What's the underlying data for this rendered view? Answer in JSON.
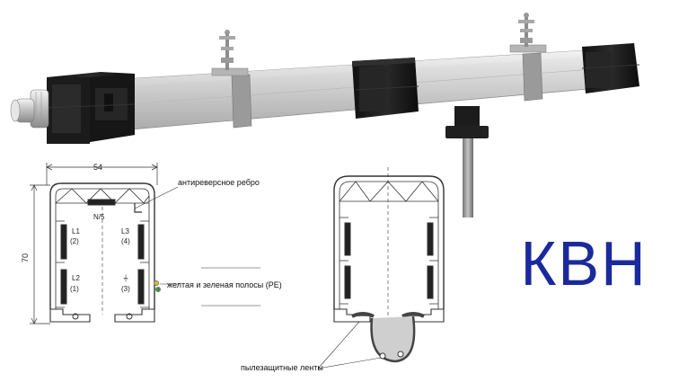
{
  "brand": "КВН",
  "dimensions": {
    "width": "54",
    "height": "70"
  },
  "phases": {
    "neutral": "N/5",
    "l1": "L1",
    "l1_num": "(2)",
    "l3": "L3",
    "l3_num": "(4)",
    "l2": "L2",
    "l2_num": "(1)",
    "pe_num": "(3)"
  },
  "annotations": {
    "anti_reverse_rib": "антиреверсное ребро",
    "pe_stripes": "желтая и зеленая полосы (PE)",
    "dust_strips": "пылезащитные ленты"
  },
  "colors": {
    "brand": "#1a2a9c",
    "rail": "#c8c8c8",
    "end_cap": "#1c1c1c",
    "clamp": "#9a9a9a"
  }
}
